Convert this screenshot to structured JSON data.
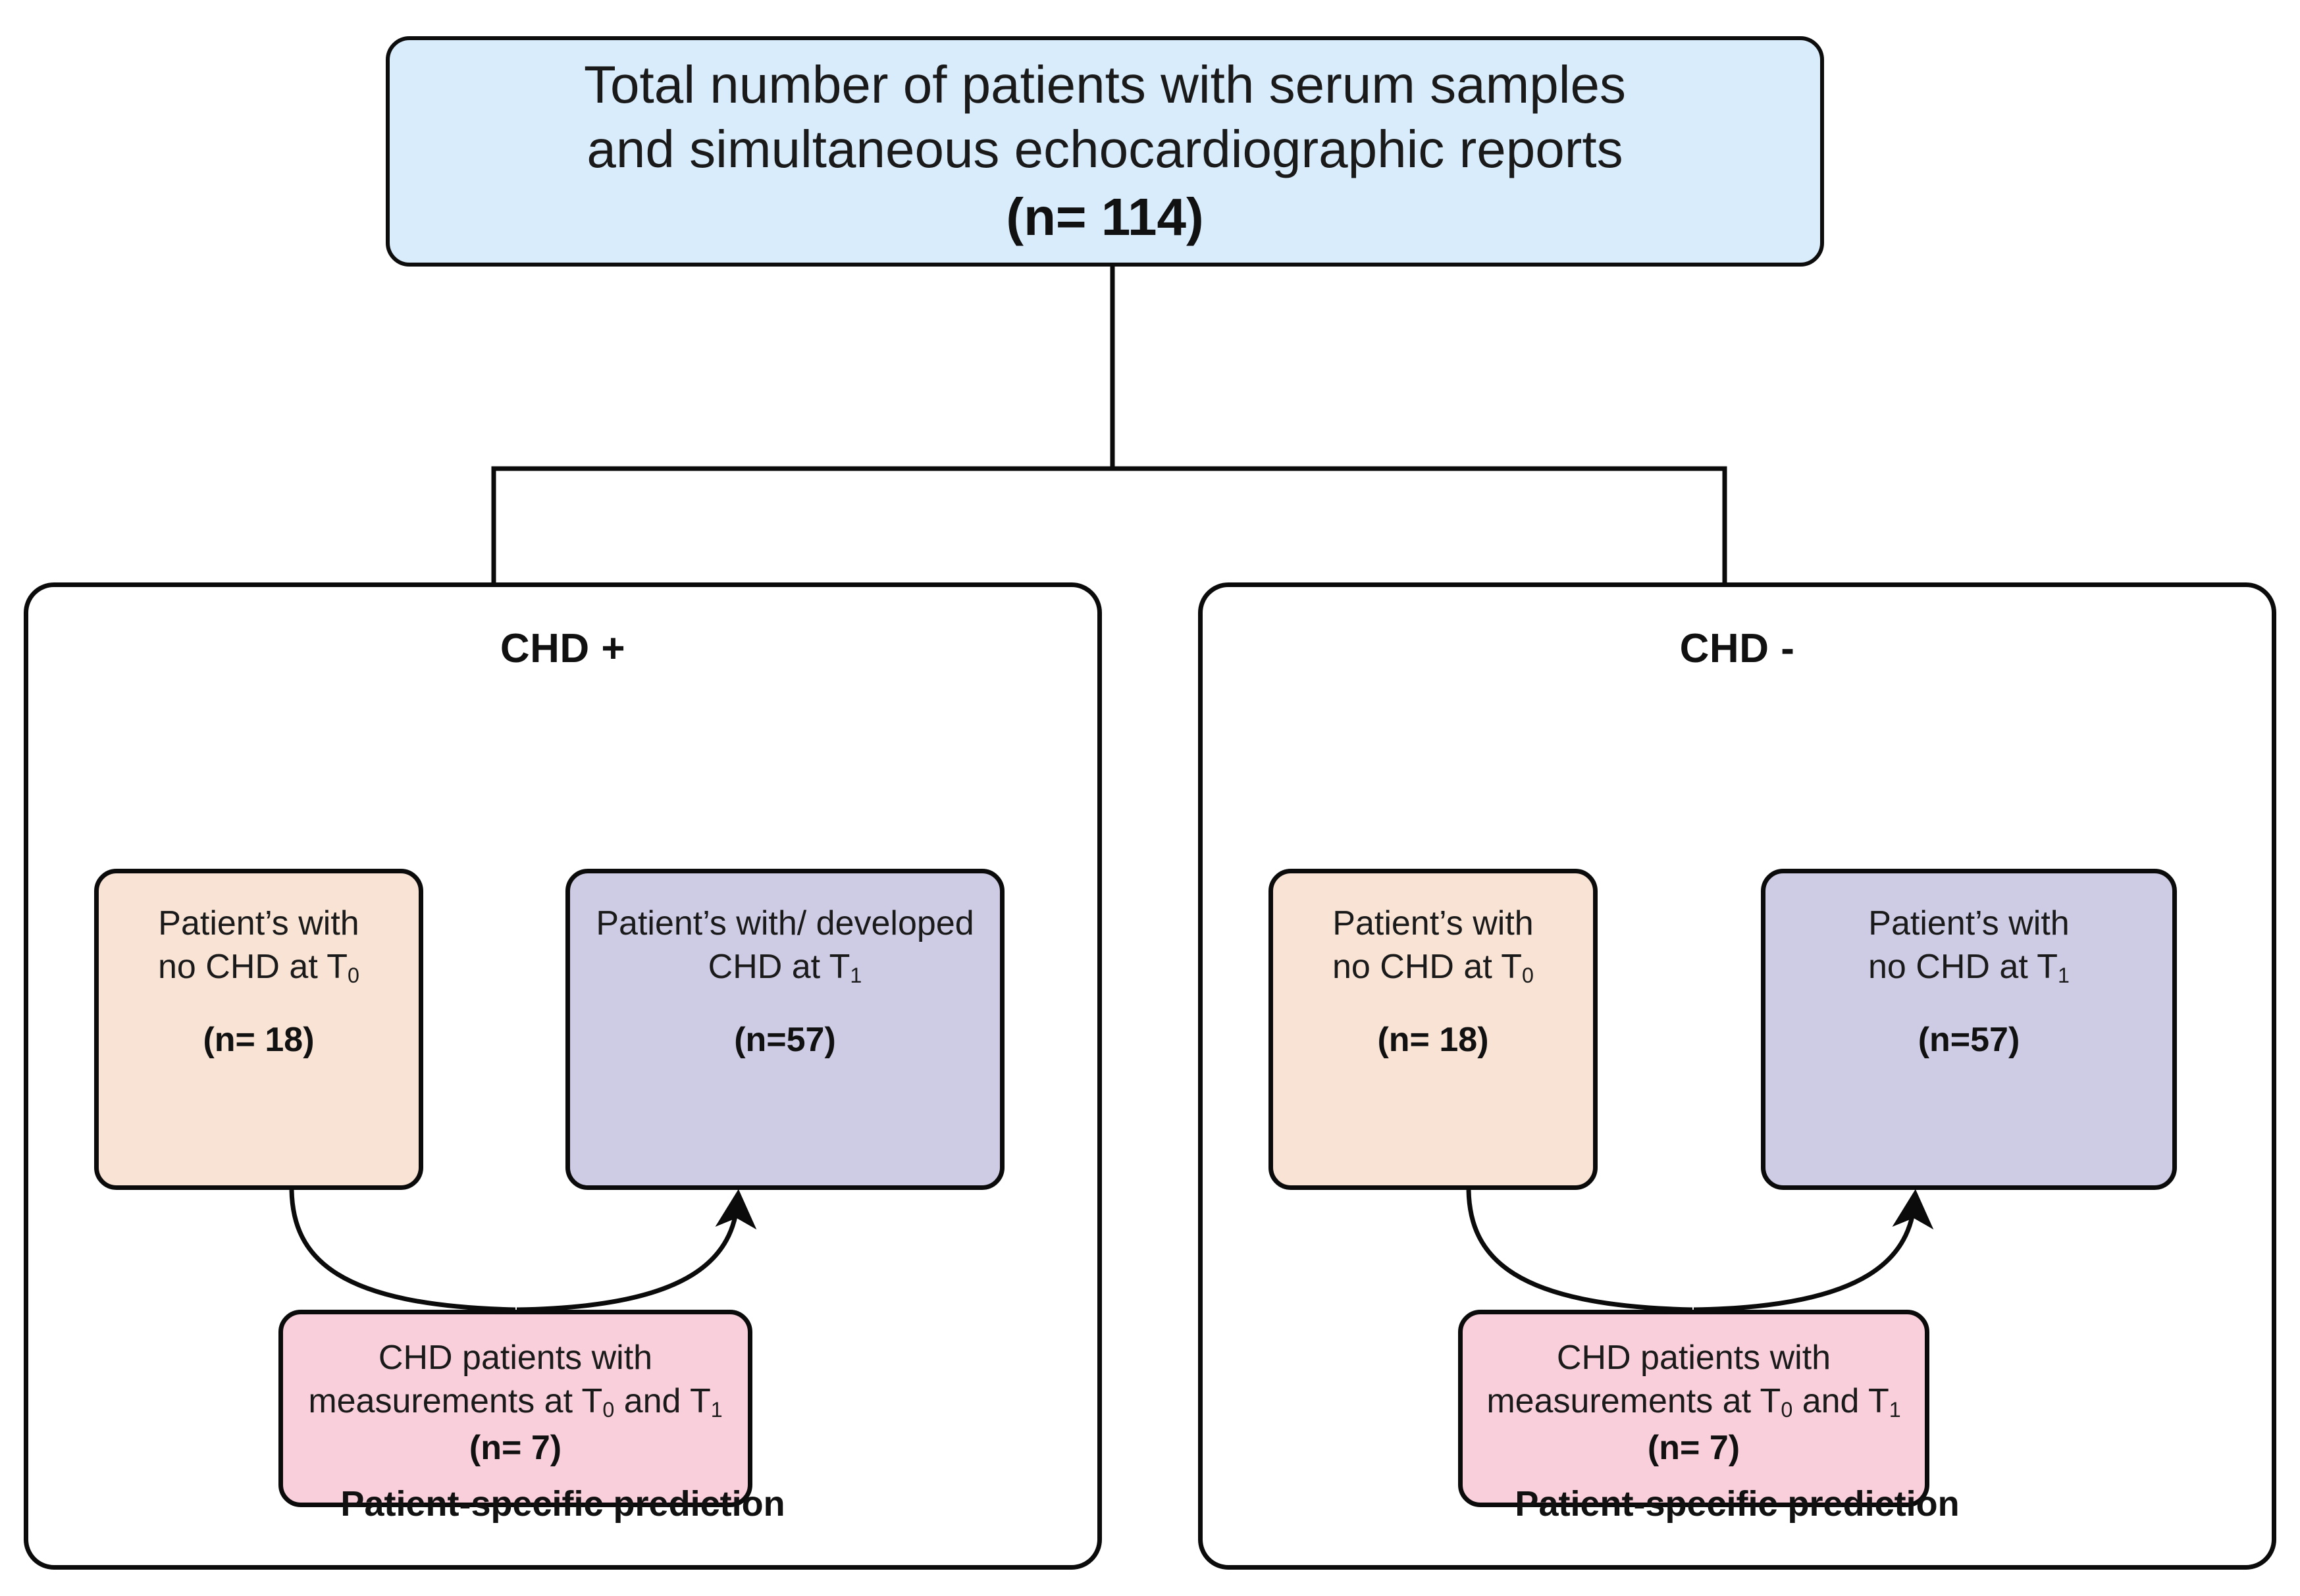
{
  "top_box": {
    "line1": "Total number of patients with serum samples",
    "line2": "and simultaneous echocardiographic reports",
    "count": "(n= 114)",
    "fill_color": "#d9ecfb"
  },
  "colors": {
    "blue": "#d9ecfb",
    "peach": "#f9e3d4",
    "purple": "#cecbe4",
    "pink": "#f9cfdb",
    "outline": "#0b0b0b",
    "background": "#ffffff"
  },
  "panels": [
    {
      "title": "CHD +",
      "footer": "Patient-specific prediction",
      "cards": {
        "baseline": {
          "line1": "Patient’s with",
          "line2": "no CHD at T",
          "sub2": "0",
          "count": "(n= 18)",
          "fill_color": "#f9e3d4"
        },
        "followup": {
          "line1": "Patient’s with/ developed",
          "line2": "CHD at T",
          "sub2": "1",
          "count": "(n=57)",
          "fill_color": "#cecbe4"
        },
        "paired": {
          "line1": "CHD patients with",
          "line2a": "measurements at T",
          "sub2a": "0",
          "line2b": "  and T",
          "sub2b": "1",
          "count": "(n= 7)",
          "fill_color": "#f9cfdb"
        }
      }
    },
    {
      "title": "CHD -",
      "footer": "Patient-specific prediction",
      "cards": {
        "baseline": {
          "line1": "Patient’s with",
          "line2": "no CHD at T",
          "sub2": "0",
          "count": "(n= 18)",
          "fill_color": "#f9e3d4"
        },
        "followup": {
          "line1": "Patient’s with",
          "line2": "no CHD at T",
          "sub2": "1",
          "count": "(n=57)",
          "fill_color": "#cecbe4"
        },
        "paired": {
          "line1": "CHD patients with",
          "line2a": "measurements at T",
          "sub2a": "0",
          "line2b": "  and T",
          "sub2b": "1",
          "count": "(n= 7)",
          "fill_color": "#f9cfdb"
        }
      }
    }
  ]
}
